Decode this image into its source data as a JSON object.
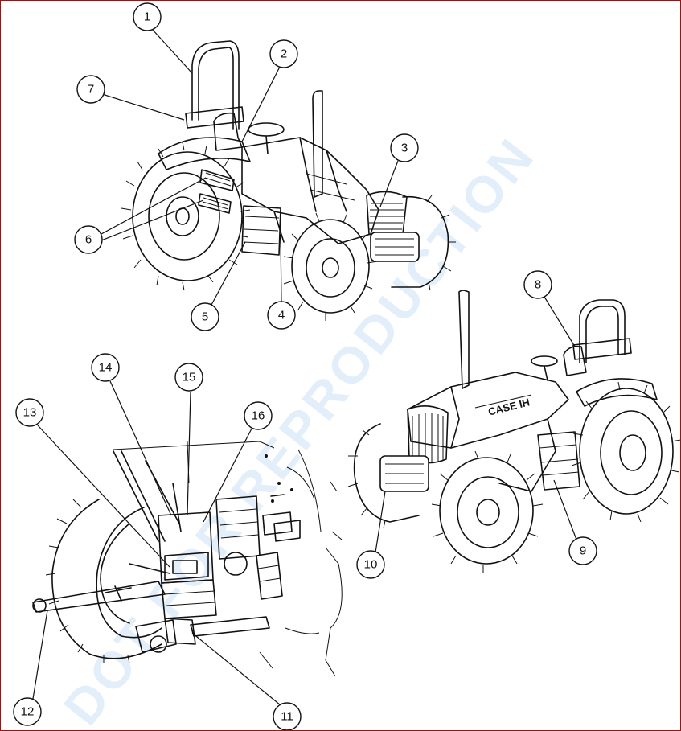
{
  "watermark": "DOT FOR REPRODUCTION",
  "brand_decal": "CASE IH",
  "callouts": [
    {
      "id": "1",
      "label": "1"
    },
    {
      "id": "2",
      "label": "2"
    },
    {
      "id": "3",
      "label": "3"
    },
    {
      "id": "4",
      "label": "4"
    },
    {
      "id": "5",
      "label": "5"
    },
    {
      "id": "6",
      "label": "6"
    },
    {
      "id": "7",
      "label": "7"
    },
    {
      "id": "8",
      "label": "8"
    },
    {
      "id": "9",
      "label": "9"
    },
    {
      "id": "10",
      "label": "10"
    },
    {
      "id": "11",
      "label": "11"
    },
    {
      "id": "12",
      "label": "12"
    },
    {
      "id": "13",
      "label": "13"
    },
    {
      "id": "14",
      "label": "14"
    },
    {
      "id": "15",
      "label": "15"
    },
    {
      "id": "16",
      "label": "16"
    }
  ],
  "colors": {
    "frame": "#8b1a1a",
    "ink": "#111111",
    "watermark": "#3b8fd6"
  }
}
